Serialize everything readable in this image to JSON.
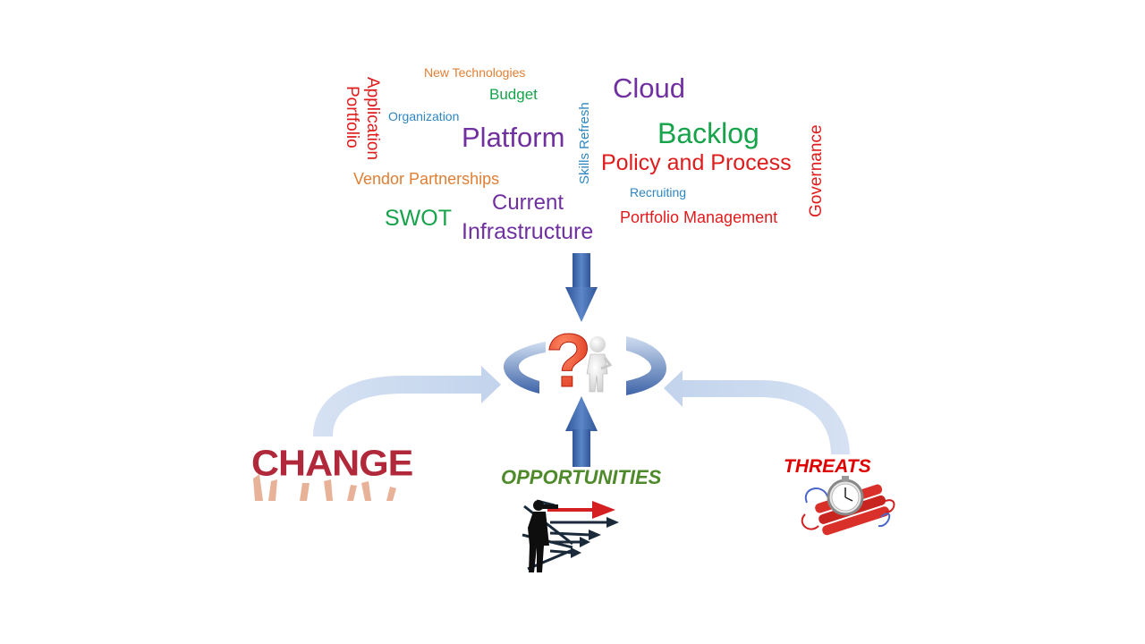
{
  "words": {
    "new_technologies": "New Technologies",
    "budget": "Budget",
    "cloud": "Cloud",
    "application": "Application",
    "portfolio": "Portfolio",
    "organization": "Organization",
    "platform": "Platform",
    "skills_refresh": "Skills Refresh",
    "backlog": "Backlog",
    "policy_and_process": "Policy and Process",
    "governance": "Governance",
    "vendor_partnerships": "Vendor Partnerships",
    "recruiting": "Recruiting",
    "current": "Current",
    "infrastructure": "Infrastructure",
    "swot": "SWOT",
    "portfolio_management": "Portfolio Management"
  },
  "labels": {
    "change": "CHANGE",
    "opportunities": "OPPORTUNITIES",
    "threats": "THREATS",
    "question_mark": "?"
  },
  "colors": {
    "orange": "#E07F34",
    "green": "#16A34A",
    "purple": "#7030A0",
    "red": "#E01B1B",
    "blue": "#2E86C1",
    "arrow_blue": "#3D6CB4",
    "opportunities_green": "#4F8A2A",
    "threats_red": "#E00000",
    "change_red": "#B0283A"
  }
}
